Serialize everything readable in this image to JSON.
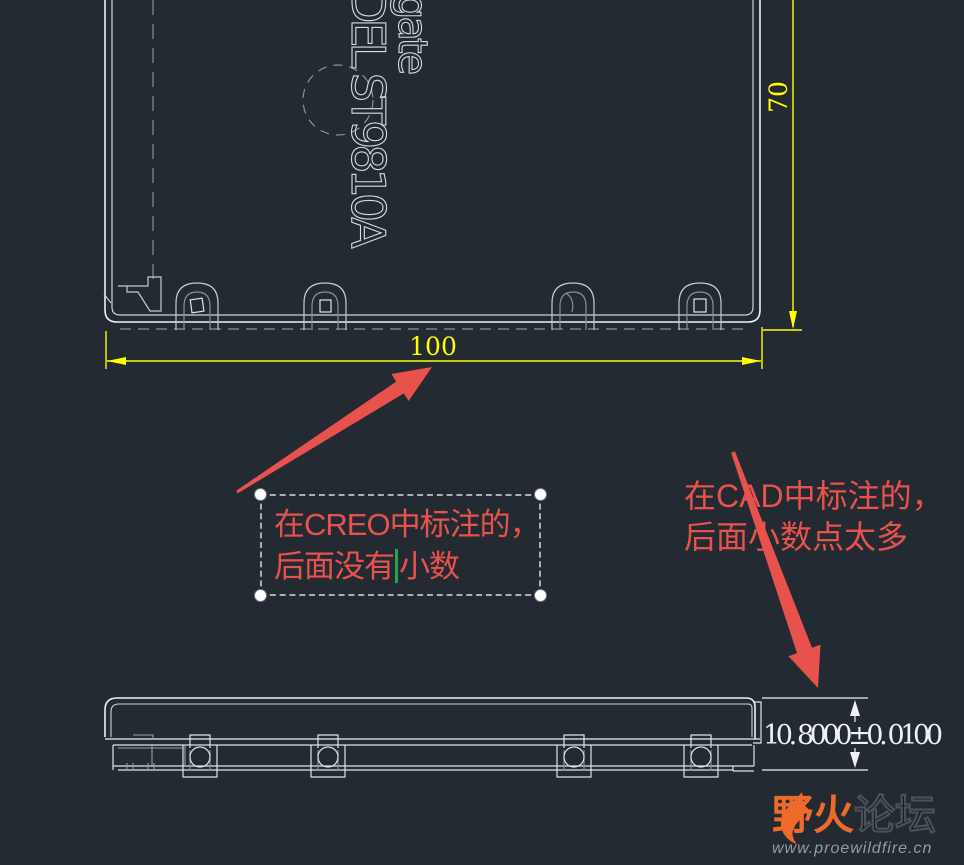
{
  "canvas": {
    "background": "#242a32",
    "outline_color": "#e9ecef",
    "secondary_line_color": "#8b9097",
    "dimension_color": "#ffff00",
    "annotation_color": "#e8524d",
    "cursor_color": "#21a453",
    "logo_orange": "#ed6a2a"
  },
  "part_text": {
    "line1": "gate",
    "line2": "DEL ST9810A"
  },
  "dimensions": {
    "width": {
      "value": "100"
    },
    "height": {
      "value": "70"
    },
    "thickness": {
      "value": "10. 8000±0. 0100"
    }
  },
  "annotations": {
    "creo_note": {
      "line1": "在CREO中标注的，",
      "line2_before_cursor": "后面没有",
      "line2_after_cursor": "小数"
    },
    "cad_note": {
      "line1": "在CAD中标注的，",
      "line2": "后面小数点太多"
    }
  },
  "watermark": {
    "brand_orange": "野火",
    "brand_dark": "论坛",
    "url": "www.proewildfire.cn"
  }
}
